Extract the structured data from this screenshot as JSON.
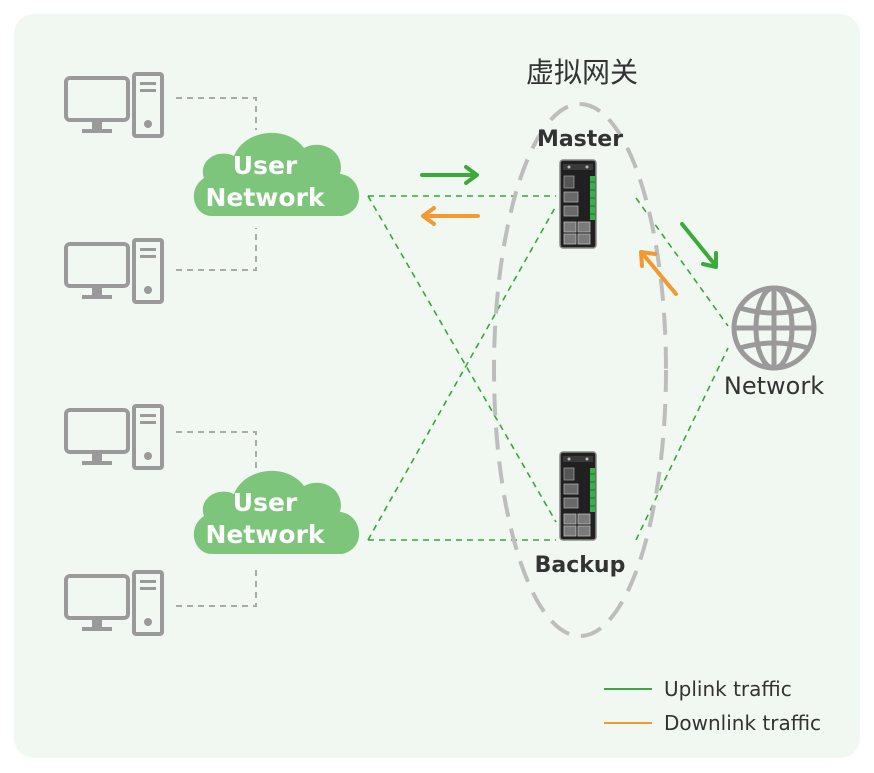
{
  "title": "虚拟网关",
  "clouds": [
    {
      "line1": "User",
      "line2": "Network"
    },
    {
      "line1": "User",
      "line2": "Network"
    }
  ],
  "devices": {
    "master_label": "Master",
    "backup_label": "Backup"
  },
  "internet_label": "Network",
  "legend": {
    "uplink": "Uplink traffic",
    "downlink": "Downlink traffic"
  },
  "colors": {
    "panel_bg": "#f1f8f1",
    "cloud": "#7cc57a",
    "uplink": "#3aab3a",
    "downlink": "#f3992f",
    "link_line": "#39a839",
    "pc_gray": "#9a9a9a",
    "ellipse": "#bdbdbd"
  },
  "icons": [
    "desktop-computer-icon",
    "cloud-icon",
    "router-device-icon",
    "globe-icon"
  ]
}
